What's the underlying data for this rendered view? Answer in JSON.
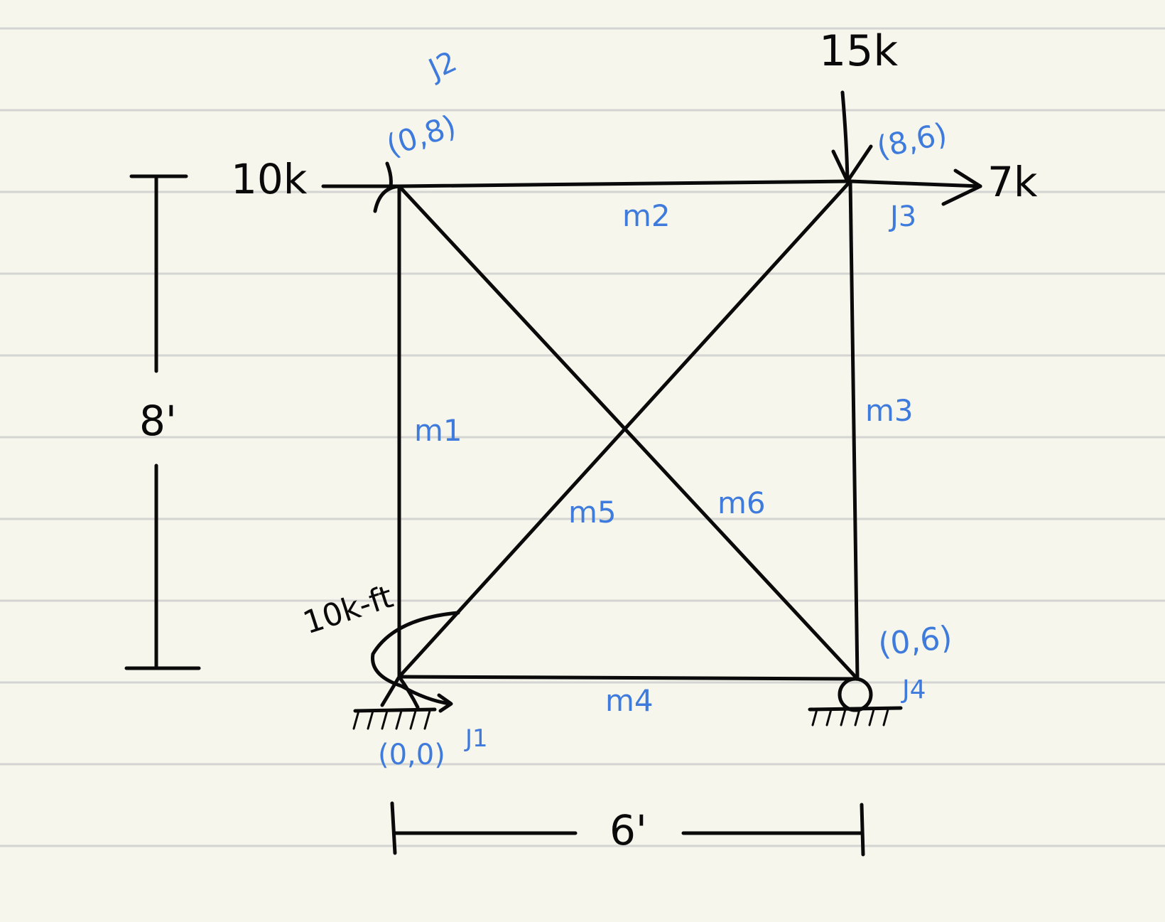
{
  "loads": {
    "horizontal_left": "10k",
    "vertical_top": "15k",
    "horizontal_right": "7k",
    "moment": "10k-ft"
  },
  "dimensions": {
    "height": "8'",
    "width": "6'"
  },
  "joints": {
    "j1": {
      "label": "J1",
      "coords": "(0,0)"
    },
    "j2": {
      "label": "J2",
      "coords": "(0,8)"
    },
    "j3": {
      "label": "J3",
      "coords": "(8,6)"
    },
    "j4": {
      "label": "J4",
      "coords": "(0,6)"
    }
  },
  "members": {
    "m1": "m1",
    "m2": "m2",
    "m3": "m3",
    "m4": "m4",
    "m5": "m5",
    "m6": "m6"
  },
  "colors": {
    "ink": "#0a0a0a",
    "annotation_blue": "#3f7bdc",
    "paper": "#f6f6ec",
    "ruling": "#d4d4d2"
  }
}
